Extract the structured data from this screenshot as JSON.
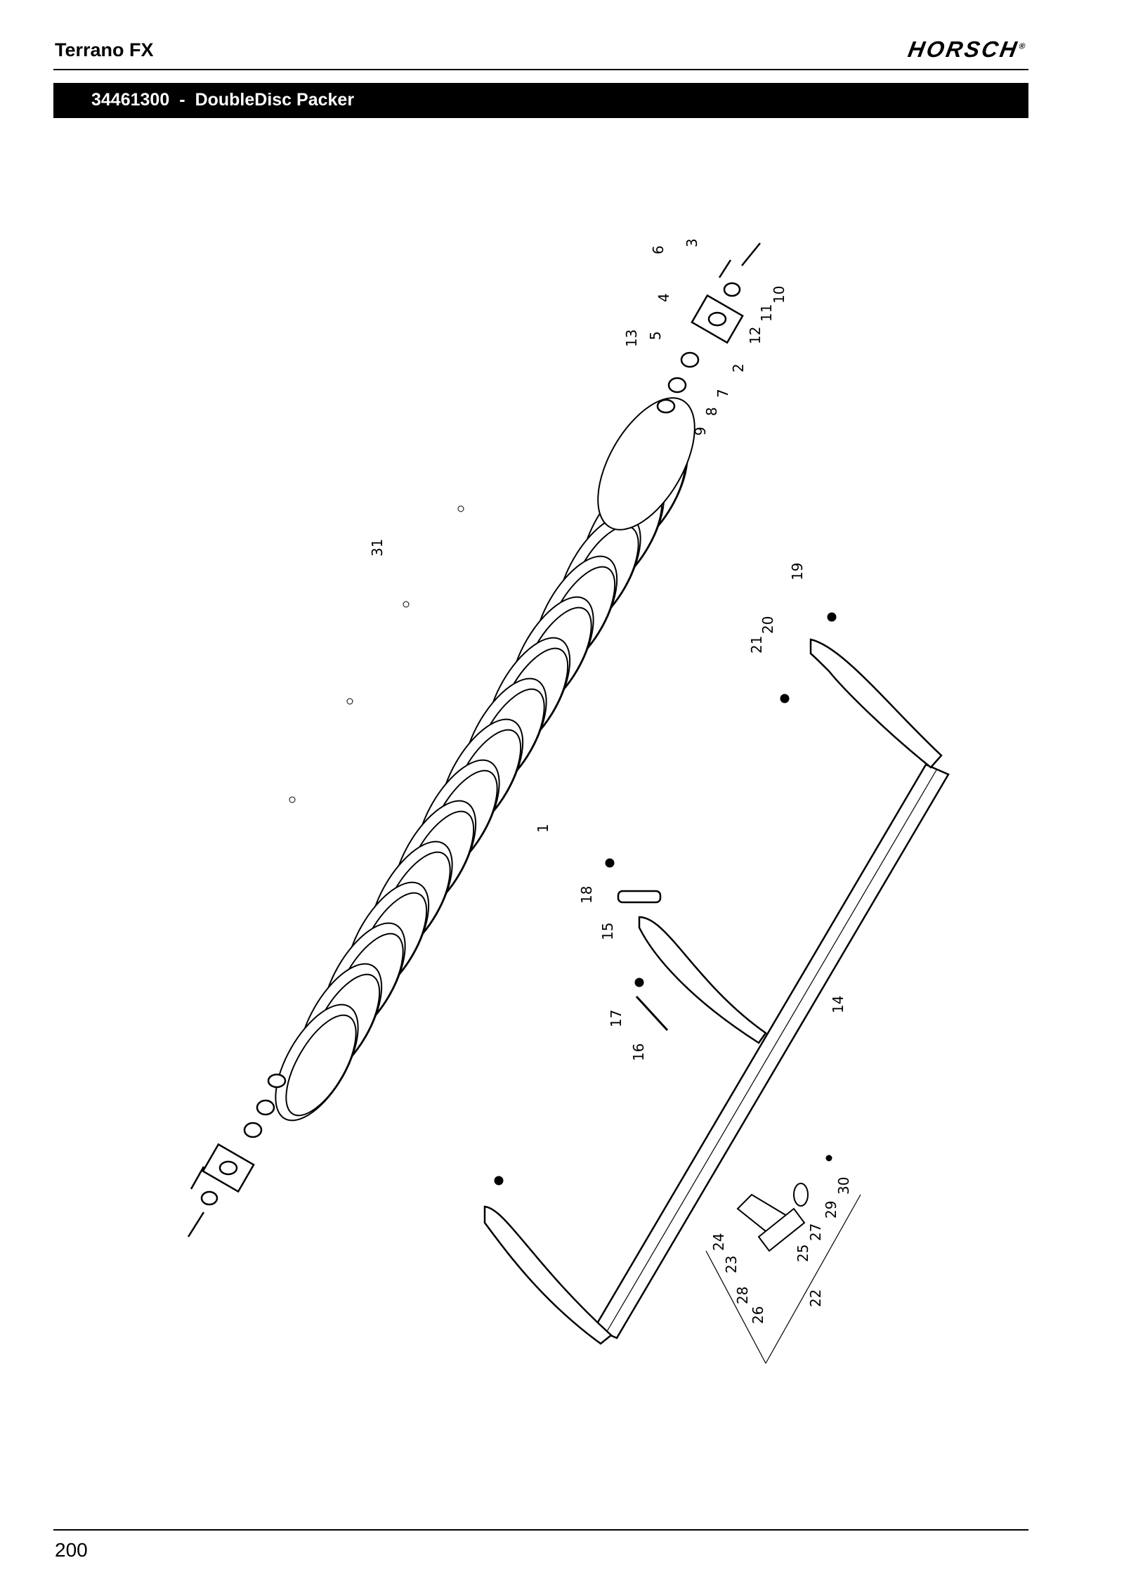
{
  "header": {
    "title": "Terrano FX",
    "brand": "HORSCH",
    "brand_mark": "®"
  },
  "section": {
    "part_number": "34461300",
    "separator": "-",
    "name": "DoubleDisc Packer"
  },
  "footer": {
    "page_number": "200"
  },
  "callouts": [
    "1",
    "2",
    "3",
    "4",
    "5",
    "6",
    "7",
    "8",
    "9",
    "10",
    "11",
    "12",
    "13",
    "14",
    "15",
    "16",
    "17",
    "18",
    "19",
    "20",
    "21",
    "22",
    "23",
    "24",
    "25",
    "26",
    "27",
    "28",
    "29",
    "30",
    "31"
  ]
}
